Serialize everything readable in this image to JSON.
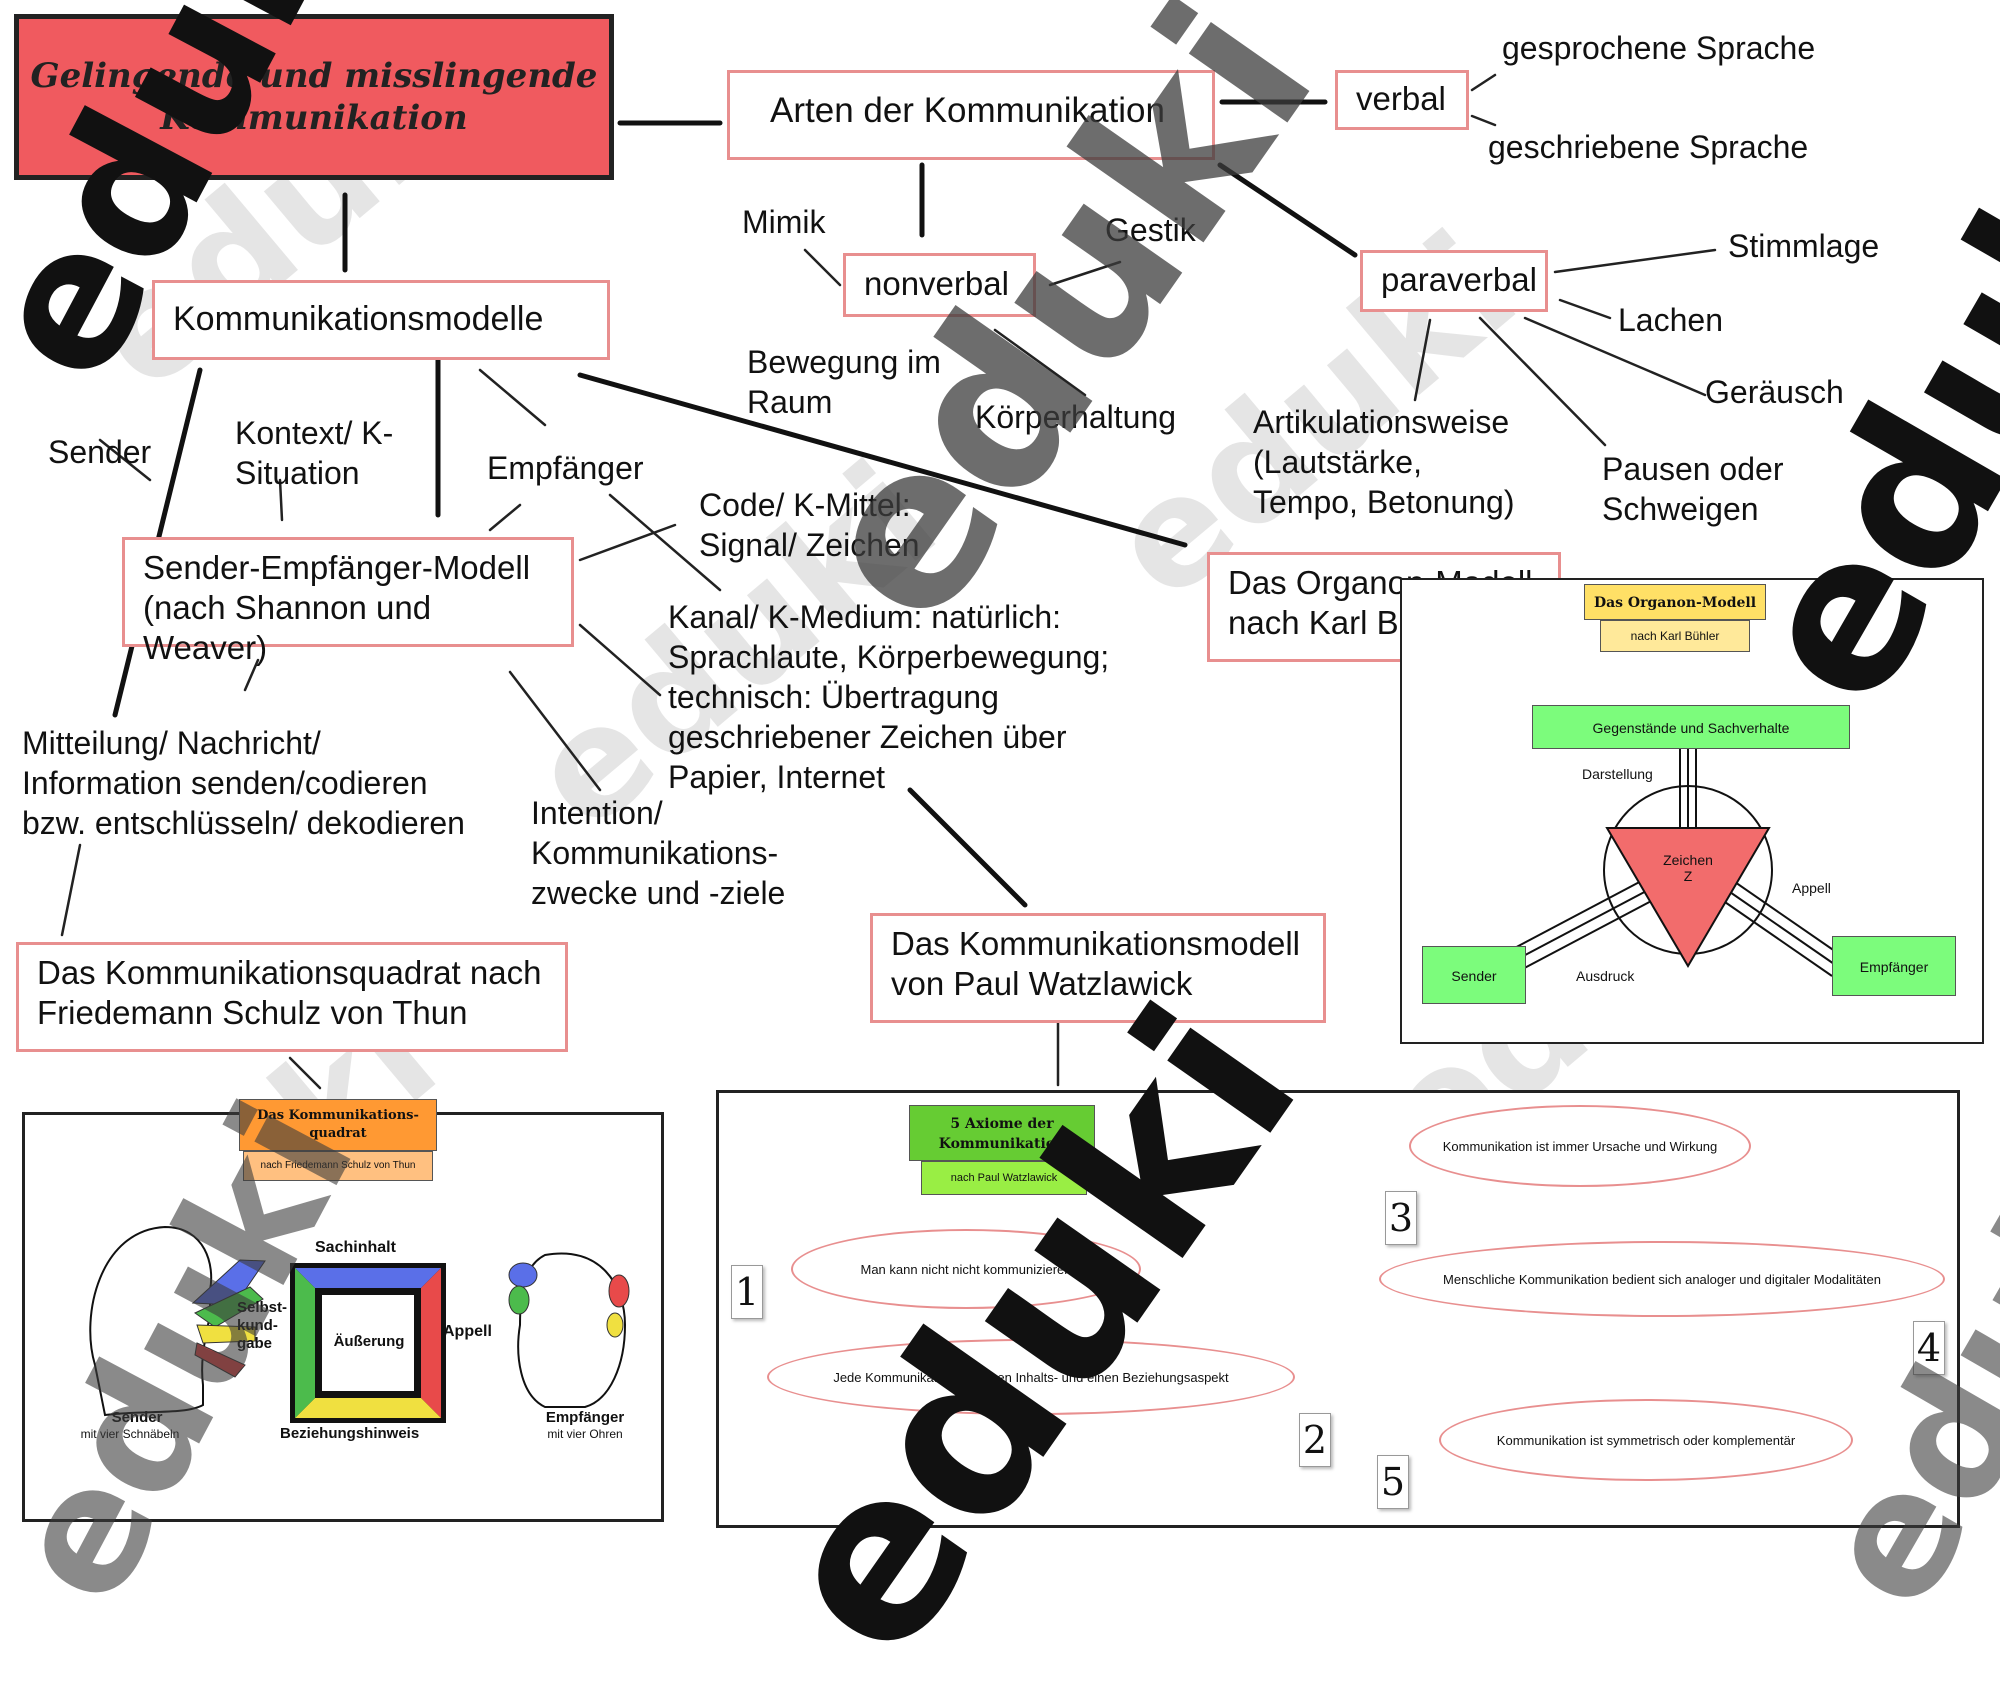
{
  "title": "Gelingende und misslingende Kommunikation",
  "nodes": {
    "arten": "Arten der Kommunikation",
    "verbal": "verbal",
    "gesprochene": "gesprochene Sprache",
    "geschriebene": "geschriebene Sprache",
    "nonverbal": "nonverbal",
    "mimik": "Mimik",
    "gestik": "Gestik",
    "bewegung": "Bewegung im\nRaum",
    "koerperhaltung": "Körperhaltung",
    "paraverbal": "paraverbal",
    "stimmlage": "Stimmlage",
    "lachen": "Lachen",
    "geraeusch": "Geräusch",
    "artikulation": "Artikulationsweise\n(Lautstärke,\nTempo, Betonung)",
    "pausen": "Pausen oder\nSchweigen",
    "modelle": "Kommunikationsmodelle",
    "sender": "Sender",
    "kontext": "Kontext/ K-\nSituation",
    "empfaenger": "Empfänger",
    "sem": "Sender-Empfänger-Modell\n(nach Shannon und Weaver)",
    "code": "Code/ K-Mittel:\nSignal/ Zeichen",
    "kanal": "Kanal/ K-Medium: natürlich:\nSprachlaute, Körperbewegung;\ntechnisch: Übertragung\ngeschriebener Zeichen über\nPapier, Internet",
    "mitteilung": "Mitteilung/ Nachricht/\nInformation senden/codieren\nbzw. entschlüsseln/ dekodieren",
    "intention": "Intention/\nKommunikations-\nzwecke und -ziele",
    "organon": "Das Organon-Modell\nnach Karl Bühler",
    "quadrat": "Das Kommunikationsquadrat nach\nFriedemann Schulz von Thun",
    "watzlawick": "Das Kommunikationsmodell\nvon Paul Watzlawick"
  },
  "organon_panel": {
    "tag_title": "Das Organon-Modell",
    "tag_sub": "nach Karl Bühler",
    "gegenstaende": "Gegenstände und Sachverhalte",
    "darstellung": "Darstellung",
    "zeichen": "Zeichen\nZ",
    "appell": "Appell",
    "sender": "Sender",
    "ausdruck": "Ausdruck",
    "empfaenger": "Empfänger"
  },
  "quadrat_panel": {
    "tag_title": "Das Kommunikations-\nquadrat",
    "tag_sub": "nach Friedemann Schulz von Thun",
    "sachinhalt": "Sachinhalt",
    "selbstkundgabe": "Selbst-\nkund-\ngabe",
    "aeusserung": "Äußerung",
    "appell": "Appell",
    "beziehung": "Beziehungshinweis",
    "sender": "Sender",
    "sender_sub": "mit vier Schnäbeln",
    "empfaenger": "Empfänger",
    "empfaenger_sub": "mit vier Ohren"
  },
  "axiome_panel": {
    "tag_title": "5 Axiome der\nKommunikation",
    "tag_sub": "nach Paul Watzlawick",
    "a1": "Man kann nicht nicht kommunizieren",
    "a2": "Jede Kommunikation hat einen Inhalts- und einen Beziehungsaspekt",
    "a3": "Kommunikation ist immer Ursache und Wirkung",
    "a4": "Menschliche Kommunikation bedient sich analoger und digitaler Modalitäten",
    "a5": "Kommunikation ist symmetrisch oder komplementär",
    "n1": "1",
    "n2": "2",
    "n3": "3",
    "n4": "4",
    "n5": "5"
  },
  "watermark": "eduki",
  "colors": {
    "title_bg": "#f05a5f",
    "box_border": "#e88f8f",
    "green": "#7cfc7c",
    "red_triangle": "#f26c6c",
    "tag_yellow": "#ffe066",
    "tag_orange": "#ff9933",
    "tag_green": "#66cc33"
  }
}
